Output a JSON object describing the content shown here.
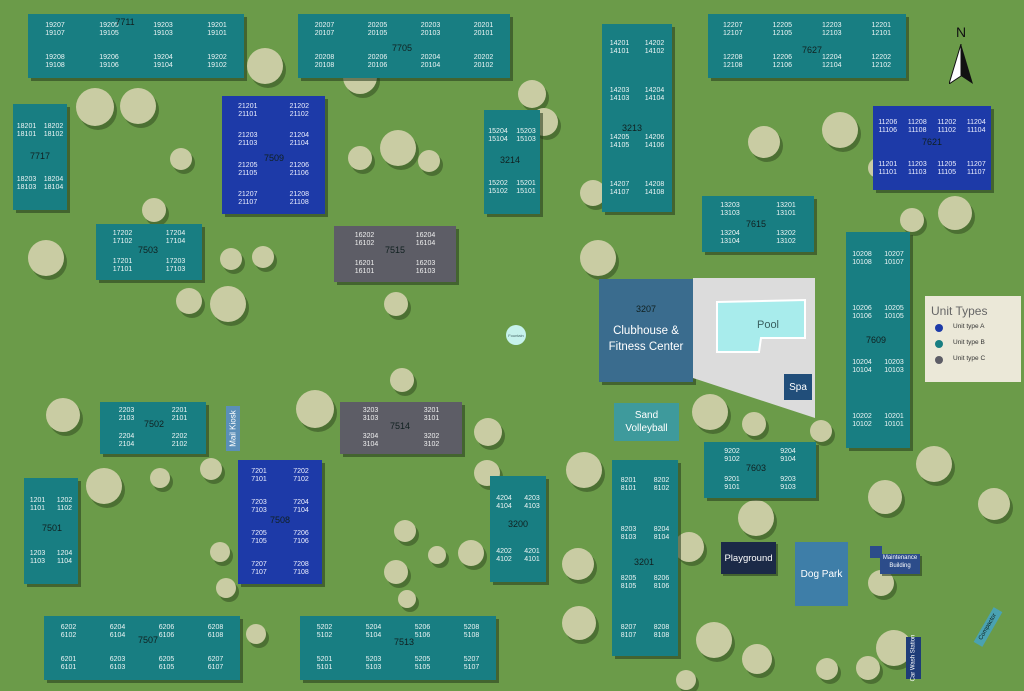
{
  "legend": {
    "title": "Unit Types",
    "items": [
      {
        "label": "Unit type A",
        "color": "#1d3aa8"
      },
      {
        "label": "Unit type B",
        "color": "#187e82"
      },
      {
        "label": "Unit type C",
        "color": "#5d5d66"
      }
    ]
  },
  "north_label": "N",
  "facilities": {
    "clubhouse_number": "3207",
    "clubhouse": "Clubhouse & Fitness Center",
    "pool": "Pool",
    "spa": "Spa",
    "sand_volleyball": "Sand Volleyball",
    "mail_kiosk": "Mail Kiosk",
    "playground": "Playground",
    "dog_park": "Dog Park",
    "maintenance": "Maintenance Building",
    "car_wash": "Car Wash Station",
    "compactor": "Compactor",
    "fountain": "Fountain"
  },
  "buildings": [
    {
      "id": "7711",
      "type": "B",
      "units": [
        [
          "19207",
          "19107"
        ],
        [
          "19205",
          "19105"
        ],
        [
          "19203",
          "19103"
        ],
        [
          "19201",
          "19101"
        ],
        [
          "19208",
          "19108"
        ],
        [
          "19206",
          "19106"
        ],
        [
          "19204",
          "19104"
        ],
        [
          "19202",
          "19102"
        ]
      ]
    },
    {
      "id": "7705",
      "type": "B",
      "units": [
        [
          "20207",
          "20107"
        ],
        [
          "20205",
          "20105"
        ],
        [
          "20203",
          "20103"
        ],
        [
          "20201",
          "20101"
        ],
        [
          "20208",
          "20108"
        ],
        [
          "20206",
          "20106"
        ],
        [
          "20204",
          "20104"
        ],
        [
          "20202",
          "20102"
        ]
      ]
    },
    {
      "id": "7717",
      "type": "B",
      "units": [
        [
          "18201",
          "18101"
        ],
        [
          "18202",
          "18102"
        ],
        [
          "18203",
          "18103"
        ],
        [
          "18204",
          "18104"
        ]
      ]
    },
    {
      "id": "7509",
      "type": "A",
      "units": [
        [
          "21201",
          "21101"
        ],
        [
          "21202",
          "21102"
        ],
        [
          "21203",
          "21103"
        ],
        [
          "21204",
          "21104"
        ],
        [
          "21205",
          "21105"
        ],
        [
          "21206",
          "21106"
        ],
        [
          "21207",
          "21107"
        ],
        [
          "21208",
          "21108"
        ]
      ]
    },
    {
      "id": "3214",
      "type": "B",
      "units": [
        [
          "15204",
          "15104"
        ],
        [
          "15203",
          "15103"
        ],
        [
          "15202",
          "15102"
        ],
        [
          "15201",
          "15101"
        ]
      ]
    },
    {
      "id": "3213",
      "type": "B",
      "units": [
        [
          "14201",
          "14101"
        ],
        [
          "14202",
          "14102"
        ],
        [
          "14203",
          "14103"
        ],
        [
          "14204",
          "14104"
        ],
        [
          "14205",
          "14105"
        ],
        [
          "14206",
          "14106"
        ],
        [
          "14207",
          "14107"
        ],
        [
          "14208",
          "14108"
        ]
      ]
    },
    {
      "id": "7627",
      "type": "B",
      "units": [
        [
          "12207",
          "12107"
        ],
        [
          "12205",
          "12105"
        ],
        [
          "12203",
          "12103"
        ],
        [
          "12201",
          "12101"
        ],
        [
          "12208",
          "12108"
        ],
        [
          "12206",
          "12106"
        ],
        [
          "12204",
          "12104"
        ],
        [
          "12202",
          "12102"
        ]
      ]
    },
    {
      "id": "7621",
      "type": "A",
      "units": [
        [
          "11206",
          "11106"
        ],
        [
          "11208",
          "11108"
        ],
        [
          "11202",
          "11102"
        ],
        [
          "11204",
          "11104"
        ],
        [
          "11201",
          "11101"
        ],
        [
          "11203",
          "11103"
        ],
        [
          "11205",
          "11105"
        ],
        [
          "11207",
          "11107"
        ]
      ]
    },
    {
      "id": "7503",
      "type": "B",
      "units": [
        [
          "17202",
          "17102"
        ],
        [
          "17204",
          "17104"
        ],
        [
          "17201",
          "17101"
        ],
        [
          "17203",
          "17103"
        ]
      ]
    },
    {
      "id": "7515",
      "type": "C",
      "units": [
        [
          "16202",
          "16102"
        ],
        [
          "16204",
          "16104"
        ],
        [
          "16201",
          "16101"
        ],
        [
          "16203",
          "16103"
        ]
      ]
    },
    {
      "id": "7615",
      "type": "B",
      "units": [
        [
          "13203",
          "13103"
        ],
        [
          "13201",
          "13101"
        ],
        [
          "13204",
          "13104"
        ],
        [
          "13202",
          "13102"
        ]
      ]
    },
    {
      "id": "7609",
      "type": "B",
      "units": [
        [
          "10208",
          "10108"
        ],
        [
          "10207",
          "10107"
        ],
        [
          "10206",
          "10106"
        ],
        [
          "10205",
          "10105"
        ],
        [
          "10204",
          "10104"
        ],
        [
          "10203",
          "10103"
        ],
        [
          "10202",
          "10102"
        ],
        [
          "10201",
          "10101"
        ]
      ]
    },
    {
      "id": "7502",
      "type": "B",
      "units": [
        [
          "2203",
          "2103"
        ],
        [
          "2201",
          "2101"
        ],
        [
          "2204",
          "2104"
        ],
        [
          "2202",
          "2102"
        ]
      ]
    },
    {
      "id": "7514",
      "type": "C",
      "units": [
        [
          "3203",
          "3103"
        ],
        [
          "3201",
          "3101"
        ],
        [
          "3204",
          "3104"
        ],
        [
          "3202",
          "3102"
        ]
      ]
    },
    {
      "id": "7603",
      "type": "B",
      "units": [
        [
          "9202",
          "9102"
        ],
        [
          "9204",
          "9104"
        ],
        [
          "9201",
          "9101"
        ],
        [
          "9203",
          "9103"
        ]
      ]
    },
    {
      "id": "7501",
      "type": "B",
      "units": [
        [
          "1201",
          "1101"
        ],
        [
          "1202",
          "1102"
        ],
        [
          "1203",
          "1103"
        ],
        [
          "1204",
          "1104"
        ]
      ]
    },
    {
      "id": "7508",
      "type": "A",
      "units": [
        [
          "7201",
          "7101"
        ],
        [
          "7202",
          "7102"
        ],
        [
          "7203",
          "7103"
        ],
        [
          "7204",
          "7104"
        ],
        [
          "7205",
          "7105"
        ],
        [
          "7206",
          "7106"
        ],
        [
          "7207",
          "7107"
        ],
        [
          "7208",
          "7108"
        ]
      ]
    },
    {
      "id": "3200",
      "type": "B",
      "units": [
        [
          "4204",
          "4104"
        ],
        [
          "4203",
          "4103"
        ],
        [
          "4202",
          "4102"
        ],
        [
          "4201",
          "4101"
        ]
      ]
    },
    {
      "id": "3201",
      "type": "B",
      "units": [
        [
          "8201",
          "8101"
        ],
        [
          "8202",
          "8102"
        ],
        [
          "8203",
          "8103"
        ],
        [
          "8204",
          "8104"
        ],
        [
          "8205",
          "8105"
        ],
        [
          "8206",
          "8106"
        ],
        [
          "8207",
          "8107"
        ],
        [
          "8208",
          "8108"
        ]
      ]
    },
    {
      "id": "7507",
      "type": "B",
      "units": [
        [
          "6202",
          "6102"
        ],
        [
          "6204",
          "6104"
        ],
        [
          "6206",
          "6106"
        ],
        [
          "6208",
          "6108"
        ],
        [
          "6201",
          "6101"
        ],
        [
          "6203",
          "6103"
        ],
        [
          "6205",
          "6105"
        ],
        [
          "6207",
          "6107"
        ]
      ]
    },
    {
      "id": "7513",
      "type": "B",
      "units": [
        [
          "5202",
          "5102"
        ],
        [
          "5204",
          "5104"
        ],
        [
          "5206",
          "5106"
        ],
        [
          "5208",
          "5108"
        ],
        [
          "5201",
          "5101"
        ],
        [
          "5203",
          "5103"
        ],
        [
          "5205",
          "5105"
        ],
        [
          "5207",
          "5107"
        ]
      ]
    }
  ]
}
